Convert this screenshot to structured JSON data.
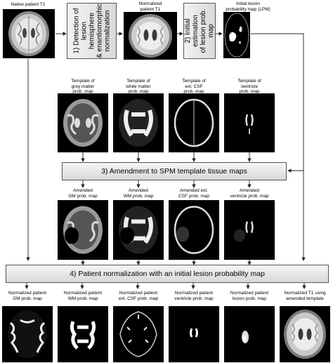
{
  "row1": {
    "native_label": "Native patient T1",
    "step1_text": "1) Detection of lesion\nhemisphere\n& enantiomorphic\nnormalization",
    "normalized_label": "Normalized\npatient T1",
    "step2_text": "2) Initial estimation\nof lesion prob. map",
    "lpm_label": "Initial lesion\nprobability map (LPM)"
  },
  "templates": [
    {
      "label": "Template of\ngrey matter\nprob. map",
      "icon": "gm-template-brain"
    },
    {
      "label": "Template of\nwhite matter\nprob. map",
      "icon": "wm-template-brain"
    },
    {
      "label": "Template of\next. CSF\nprob. map",
      "icon": "csf-template-brain"
    },
    {
      "label": "Template of\nventricle\nprob. map",
      "icon": "ventricle-template-brain"
    }
  ],
  "step3_text": "3) Amendment to SPM template tissue maps",
  "amended": [
    {
      "label": "Amended\nGM prob. map",
      "icon": "amended-gm-brain"
    },
    {
      "label": "Amended\nWM prob. map",
      "icon": "amended-wm-brain"
    },
    {
      "label": "Amended ext.\nCSF prob. map",
      "icon": "amended-csf-brain"
    },
    {
      "label": "Amended\nventricle prob. map",
      "icon": "amended-ventricle-brain"
    }
  ],
  "step4_text": "4) Patient normalization with an initial lesion probability map",
  "outputs": [
    {
      "label": "Normalized patient\nGM prob. map",
      "icon": "output-gm-brain"
    },
    {
      "label": "Normalized patient\nWM prob. map",
      "icon": "output-wm-brain"
    },
    {
      "label": "Normalized patient\next. CSF prob. map",
      "icon": "output-csf-brain"
    },
    {
      "label": "Normalized patient\nventricle prob. map",
      "icon": "output-ventricle-brain"
    },
    {
      "label": "Normalized patient\nlesion prob. map",
      "icon": "output-lesion-brain"
    },
    {
      "label": "Normalized T1 using\namended template",
      "icon": "output-t1-brain"
    }
  ],
  "colors": {
    "box_top": "#f6f6f6",
    "box_bottom": "#d8d8d8",
    "arrow": "#222222",
    "image_bg": "#000000"
  }
}
